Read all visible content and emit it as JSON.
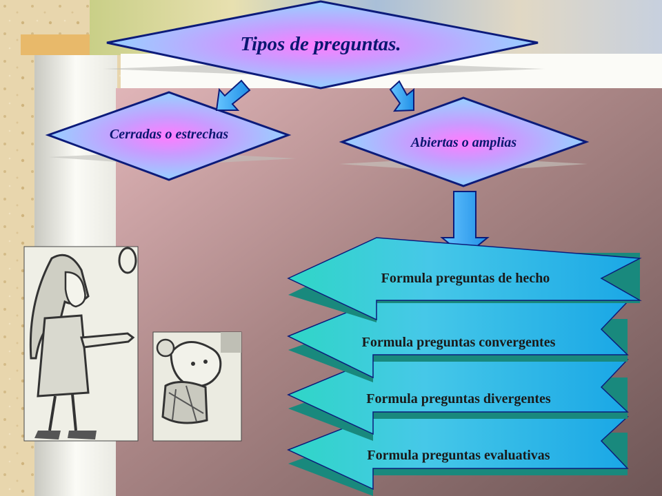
{
  "diagram": {
    "title": "Tipos de preguntas.",
    "branches": [
      {
        "label": "Cerradas o estrechas"
      },
      {
        "label": "Abiertas o amplias"
      }
    ],
    "open_question_types": [
      "Formula preguntas de hecho",
      "Formula preguntas convergentes",
      "Formula preguntas divergentes",
      "Formula preguntas evaluativas"
    ]
  },
  "colors": {
    "diamond_center": "#ff80ff",
    "diamond_edge": "#7fd8ff",
    "arrow_blue": "#33aaff",
    "tab_cyan": "#40e0d0",
    "tab_shadow": "#1aa090",
    "panel_dark": "#7a6060",
    "panel_light": "#d9aaad"
  },
  "illustrations": [
    "teacher-cartoon",
    "child-cartoon"
  ]
}
